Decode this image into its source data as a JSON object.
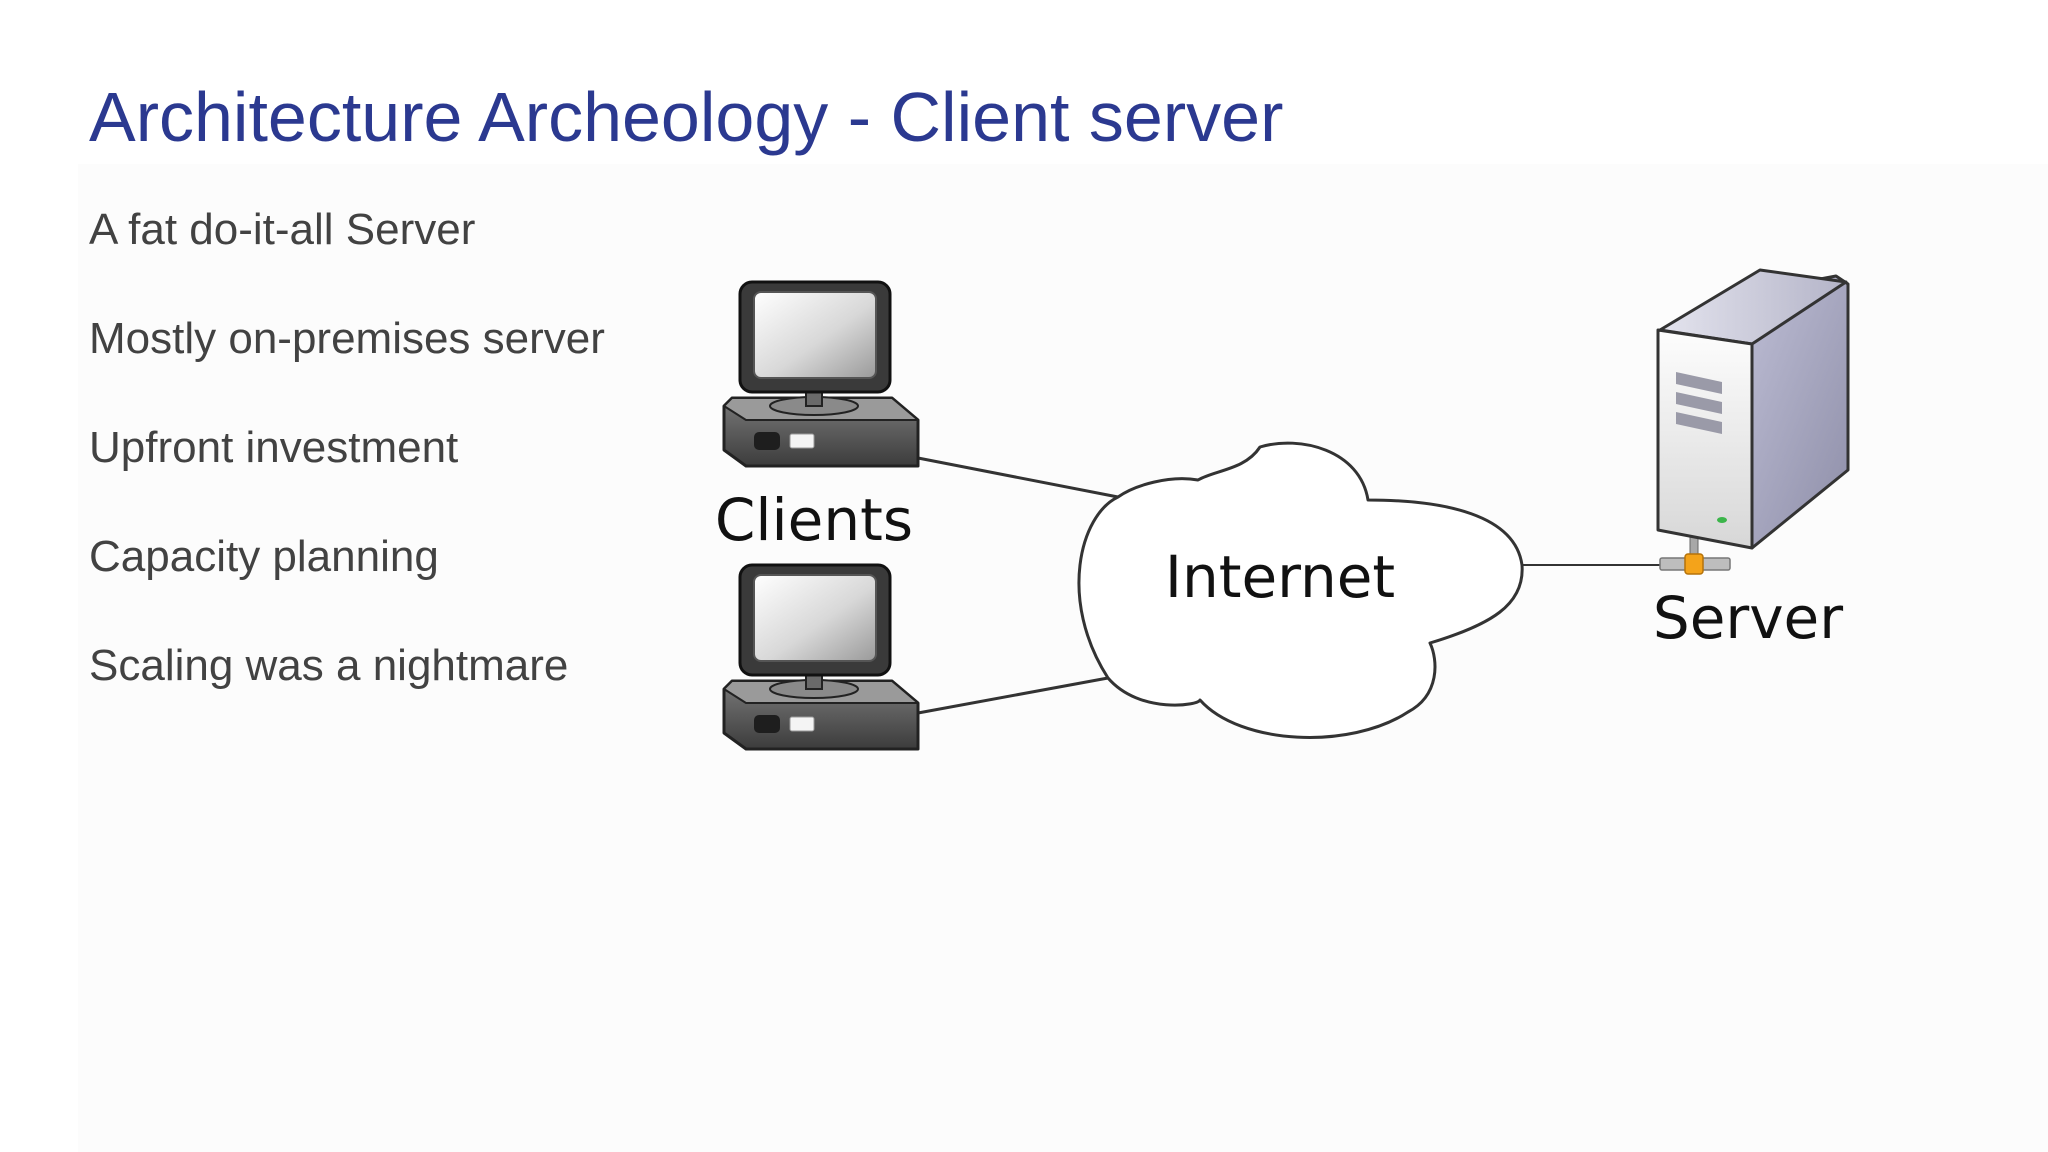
{
  "slide": {
    "title": "Architecture Archeology - Client server",
    "bullets": [
      "A fat do-it-all Server",
      "Mostly on-premises server",
      "Upfront investment",
      "Capacity planning",
      "Scaling was a nightmare"
    ]
  },
  "diagram": {
    "clients_label": "Clients",
    "internet_label": "Internet",
    "server_label": "Server",
    "icons": [
      "desktop-computer-icon",
      "desktop-computer-icon",
      "cloud-icon",
      "tower-server-icon"
    ]
  },
  "colors": {
    "title": "#2b3990",
    "body_text": "#424242",
    "connector": "#333333"
  }
}
